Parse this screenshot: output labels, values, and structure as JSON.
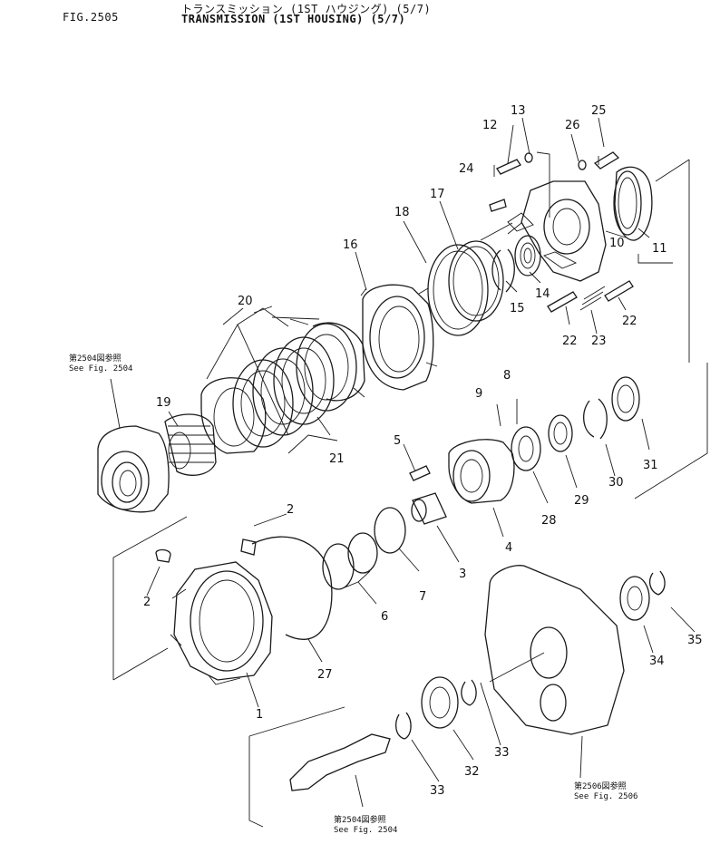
{
  "header": {
    "figure_number": "FIG.2505",
    "title_jp": "トランスミッション (1ST ハウジング) (5/7)",
    "title_en": "TRANSMISSION (1ST HOUSING) (5/7)"
  },
  "callouts": {
    "c1": "1",
    "c2a": "2",
    "c2b": "2",
    "c3": "3",
    "c4": "4",
    "c5": "5",
    "c6": "6",
    "c7": "7",
    "c8": "8",
    "c9": "9",
    "c10": "10",
    "c11": "11",
    "c12": "12",
    "c13": "13",
    "c14": "14",
    "c15": "15",
    "c16": "16",
    "c17": "17",
    "c18": "18",
    "c19": "19",
    "c20": "20",
    "c21": "21",
    "c22a": "22",
    "c22b": "22",
    "c23": "23",
    "c24": "24",
    "c25": "25",
    "c26": "26",
    "c27": "27",
    "c28": "28",
    "c29": "29",
    "c30": "30",
    "c31": "31",
    "c32": "32",
    "c33a": "33",
    "c33b": "33",
    "c34": "34",
    "c35": "35"
  },
  "references": {
    "ref_2504_left_jp": "第2504図参照",
    "ref_2504_left_en": "See Fig. 2504",
    "ref_2506_jp": "第2506図参照",
    "ref_2506_en": "See Fig. 2506",
    "ref_2504_bottom_jp": "第2504図参照",
    "ref_2504_bottom_en": "See Fig. 2504"
  }
}
